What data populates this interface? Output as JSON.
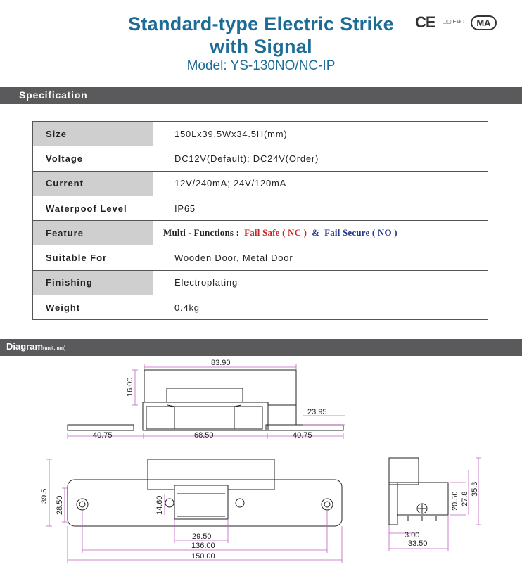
{
  "header": {
    "title_line1": "Standard-type Electric Strike",
    "title_line2": "with Signal",
    "model": "Model: YS-130NO/NC-IP",
    "cert_ce": "CE",
    "cert_emc": "EMC",
    "cert_ma": "MA",
    "accent_color": "#1d6c96"
  },
  "spec_bar": {
    "label": "Specification"
  },
  "spec": {
    "rows": [
      {
        "key": "Size",
        "value": "150Lx39.5Wx34.5H(mm)"
      },
      {
        "key": "Voltage",
        "value": "DC12V(Default); DC24V(Order)"
      },
      {
        "key": "Current",
        "value": "12V/240mA; 24V/120mA"
      },
      {
        "key": "Waterpoof Level",
        "value": "IP65"
      },
      {
        "key": "Feature",
        "value": ""
      },
      {
        "key": "Suitable For",
        "value": "Wooden Door, Metal Door"
      },
      {
        "key": "Finishing",
        "value": "Electroplating"
      },
      {
        "key": "Weight",
        "value": "0.4kg"
      }
    ],
    "feature": {
      "prefix": "Multi - Functions :",
      "fail_safe": "Fail Safe ( NC )",
      "amp": "&",
      "fail_secure": "Fail Secure ( NO )"
    }
  },
  "diagram_bar": {
    "label": "Diagram",
    "unit": "(unit:mm)"
  },
  "diagram": {
    "top_width": "83.90",
    "top_height": "16.00",
    "side_offset": "23.95",
    "left_wing": "40.75",
    "center_width": "68.50",
    "right_wing": "40.75",
    "plate_height": "39.5",
    "plate_inner_height": "28.50",
    "latch_height": "14.60",
    "latch_width": "29.50",
    "hole_spacing": "136.00",
    "overall_length": "150.00",
    "side_h1": "20.50",
    "side_h2": "27.8",
    "side_h3": "35.3",
    "side_w1": "3.00",
    "side_w2": "33.50"
  }
}
